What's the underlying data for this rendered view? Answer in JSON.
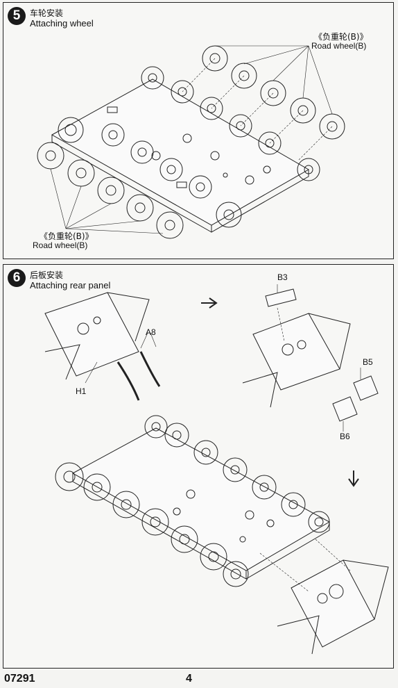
{
  "step5": {
    "number": "5",
    "title_zh": "车轮安装",
    "title_en": "Attaching wheel",
    "label_top_zh": "《负重轮(B)》",
    "label_top_en": "Road    wheel(B)",
    "label_bottom_zh": "《负重轮(B)》",
    "label_bottom_en": "Road    wheel(B)"
  },
  "step6": {
    "number": "6",
    "title_zh": "后板安装",
    "title_en": "Attaching rear panel",
    "parts": {
      "a8": "A8",
      "h1": "H1",
      "b3": "B3",
      "b5": "B5",
      "b6": "B6"
    }
  },
  "footer": {
    "code": "07291",
    "page": "4"
  }
}
